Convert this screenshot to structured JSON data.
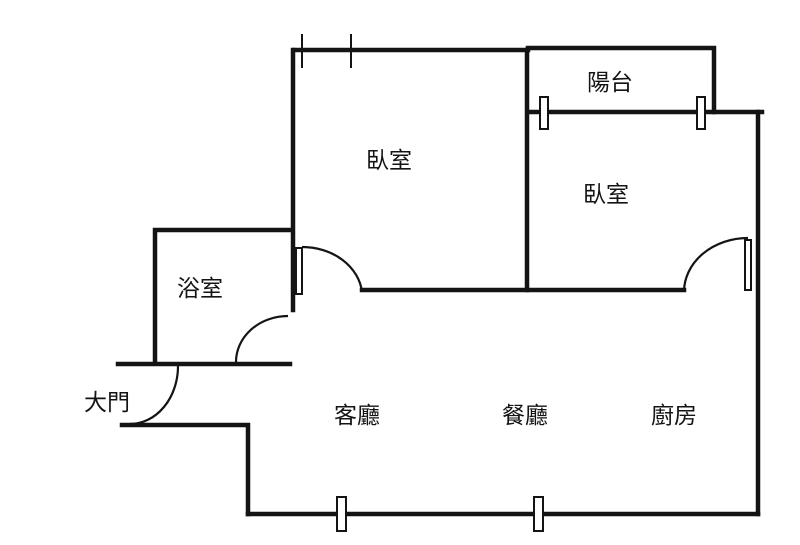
{
  "rooms": {
    "balcony": "陽台",
    "bedroom_1": "臥室",
    "bedroom_2": "臥室",
    "bathroom": "浴室",
    "entrance": "大門",
    "living_room": "客廳",
    "dining_room": "餐廳",
    "kitchen": "廚房"
  },
  "colors": {
    "line": "#141414",
    "background": "#ffffff"
  }
}
